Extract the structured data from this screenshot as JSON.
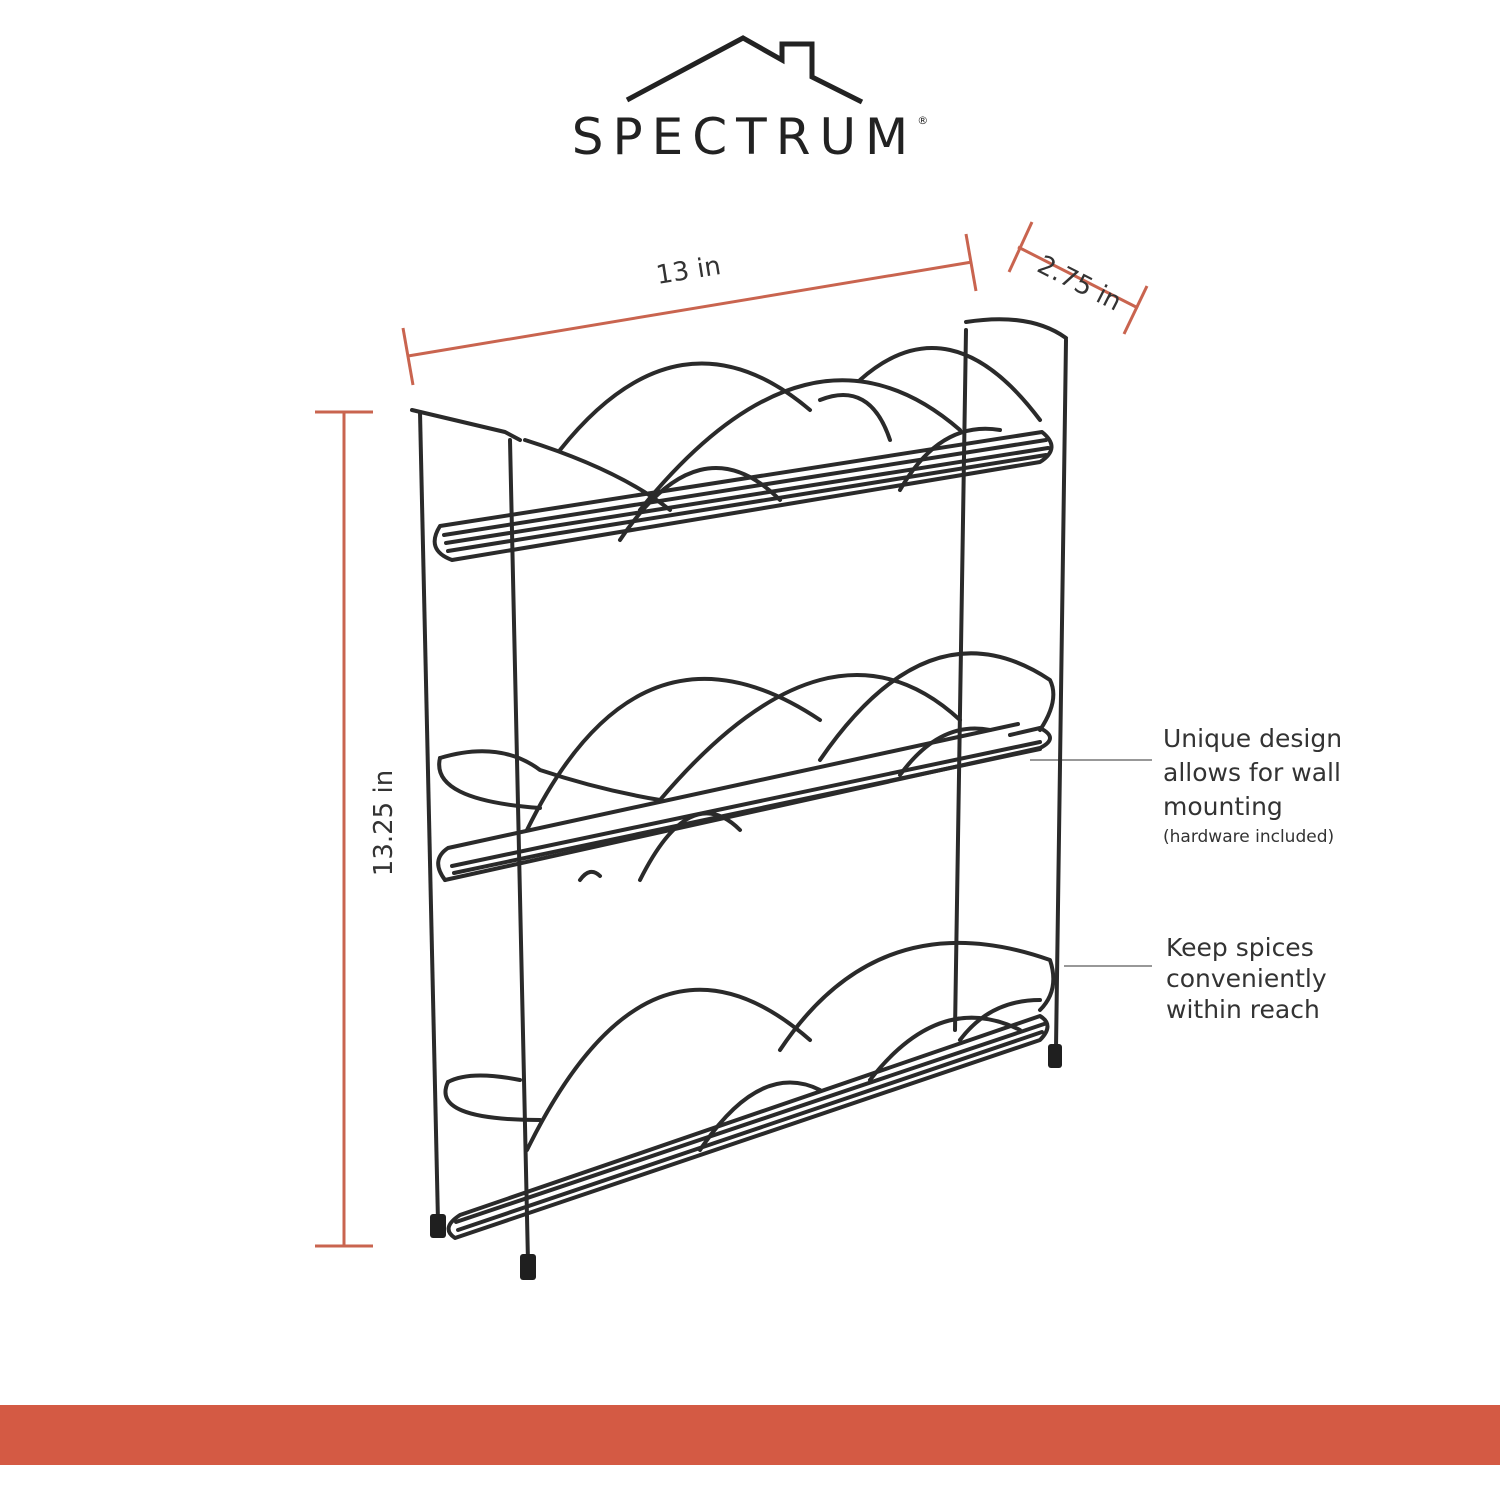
{
  "brand": {
    "name": "SPECTRUM",
    "registered_mark": "®",
    "logo_icon": "house-roof-outline-icon"
  },
  "dimensions": {
    "width": "13 in",
    "depth": "2.75 in",
    "height": "13.25 in"
  },
  "callouts": [
    {
      "lines": [
        "Unique design",
        "allows for wall",
        "mounting"
      ],
      "note": "(hardware included)"
    },
    {
      "lines": [
        "Keep spices",
        "conveniently",
        "within reach"
      ]
    }
  ],
  "colors": {
    "accent": "#d45a44",
    "dimension_line": "#c9644f",
    "wire": "#2a2a2a",
    "text": "#333333"
  },
  "product_image": "three-tier-wire-spice-rack"
}
